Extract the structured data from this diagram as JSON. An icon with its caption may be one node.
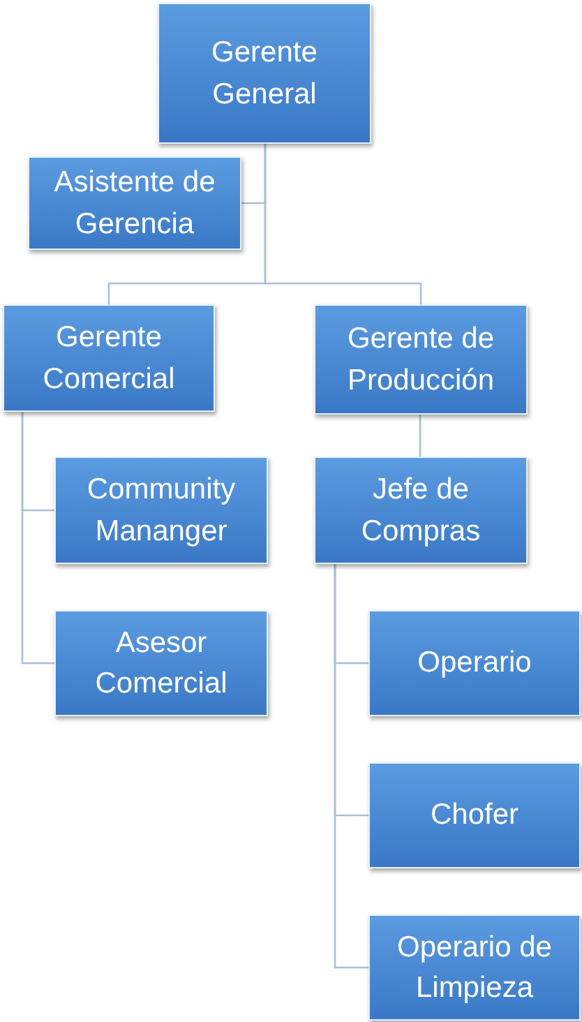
{
  "diagram": {
    "nodes": [
      {
        "text": [
          "Gerente General"
        ]
      },
      {
        "text": [
          "Asistente de Gerencia"
        ]
      },
      {
        "text": [
          "Gerente Comercial"
        ]
      },
      {
        "text": [
          "Gerente de Producción"
        ]
      },
      {
        "text": [
          "Community Mananger"
        ]
      },
      {
        "text": [
          "Asesor Comercial"
        ]
      },
      {
        "text": [
          "Jefe de Compras"
        ]
      },
      {
        "text": [
          "Operario"
        ]
      },
      {
        "text": [
          "Chofer"
        ]
      },
      {
        "text": [
          "Operario de Limpieza"
        ]
      }
    ],
    "edges": [
      {
        "from": 0,
        "to": 1,
        "arrow": "none"
      },
      {
        "from": 0,
        "to": 2,
        "arrow": "none"
      },
      {
        "from": 0,
        "to": 3,
        "arrow": "none"
      },
      {
        "from": 2,
        "to": 4,
        "arrow": "none"
      },
      {
        "from": 2,
        "to": 5,
        "arrow": "none"
      },
      {
        "from": 3,
        "to": 6,
        "arrow": "none"
      },
      {
        "from": 6,
        "to": 7,
        "arrow": "none"
      },
      {
        "from": 6,
        "to": 8,
        "arrow": "none"
      },
      {
        "from": 6,
        "to": 9,
        "arrow": "none"
      }
    ]
  }
}
